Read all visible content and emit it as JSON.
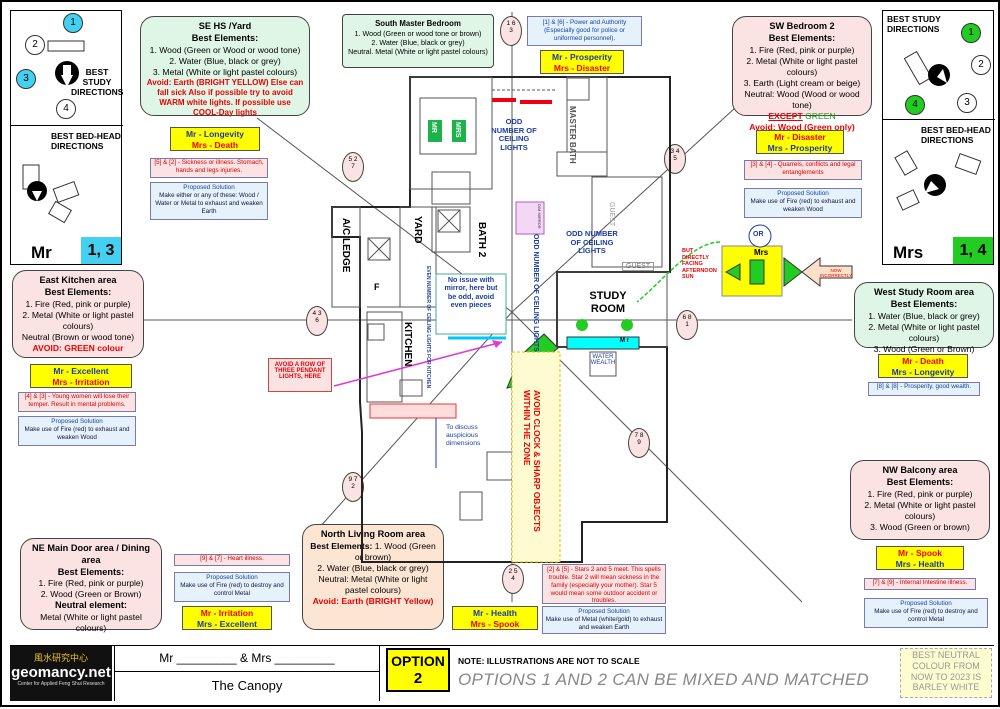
{
  "legend_left": {
    "directions_label": "BEST STUDY DIRECTIONS",
    "num_1": "1",
    "num_2": "2",
    "num_3": "3",
    "num_4": "4",
    "bed_label": "BEST BED-HEAD DIRECTIONS",
    "person": "Mr",
    "person_nums": "1, 3",
    "colors": {
      "cyan": "#44d0f0",
      "green": "#22cc22"
    }
  },
  "legend_right": {
    "directions_label": "BEST STUDY DIRECTIONS",
    "num_1": "1",
    "num_2": "2",
    "num_3": "3",
    "num_4": "4",
    "bed_label": "BEST BED-HEAD DIRECTIONS",
    "person": "Mrs",
    "person_nums": "1, 4"
  },
  "se_yard": {
    "title": "SE HS /Yard",
    "sub": "Best Elements:",
    "l1": "1. Wood (Green or Wood or wood tone)",
    "l2": "2. Water (Blue, black or grey)",
    "l3": "3. Metal (White or light pastel colours)",
    "avoid": "Avoid: Earth (BRIGHT YELLOW) Else can fall sick Also if possible try to avoid WARM white lights. If possible use COOL-Day lights",
    "mr": "Mr - Longevity",
    "mrs": "Mrs - Death",
    "combo": "[5] & [2] - Sickness or illness. Stomach, hands and legs injuries.",
    "sol_title": "Proposed Solution",
    "sol": "Make either or any of these: Wood / Water or Metal to exhaust and weaken Earth",
    "circle": "5 2\n7"
  },
  "south_master": {
    "title": "South Master Bedroom",
    "l1": "1. Wood (Green or wood tone or brown)",
    "l2": "2. Water (Blue, black or grey)",
    "l3": "Neutral. Metal (White or light pastel colours)",
    "circle": "1 6\n3",
    "combo": "[1] & [6] - Power and Authority (Especially good for police or uniformed personnel).",
    "mr": "Mr - Prosperity",
    "mrs": "Mrs - Disaster"
  },
  "sw_bedroom": {
    "title": "SW Bedroom 2",
    "sub": "Best Elements:",
    "l1": "1. Fire (Red, pink or purple)",
    "l2": "2. Metal (White or light pastel colours)",
    "l3": "3. Earth (Light cream or beige)",
    "neutral": "Neutral: Wood (Wood or wood tone)",
    "except": "EXCEPT",
    "except_green": "GREEN",
    "avoid": "Avoid: Wood (Green only)",
    "mr": "Mr - Disaster",
    "mrs": "Mrs - Prosperity",
    "combo": "[3] & [4] - Quarrels, conflicts and legal entanglements",
    "sol_title": "Proposed Solution",
    "sol": "Make use of Fire (red) to exhaust and weaken Wood",
    "circle": "3 4\n5"
  },
  "east_kitchen": {
    "title": "East Kitchen area",
    "sub": "Best Elements:",
    "l1": "1. Fire (Red, pink or purple)",
    "l2": "2. Metal (White or light pastel colours)",
    "neutral": "Neutral (Brown or wood tone)",
    "avoid": "AVOID: GREEN colour",
    "mr": "Mr - Excellent",
    "mrs": "Mrs - Irritation",
    "combo": "[4] & [3] - Young women will lose their temper. Result in mental problems.",
    "sol_title": "Proposed Solution",
    "sol": "Make use of Fire (red) to exhaust and weaken Wood",
    "circle": "4 3\n6"
  },
  "west_study": {
    "title": "West Study Room area",
    "sub": "Best Elements:",
    "l1": "1. Water (Blue, black or grey)",
    "l2": "2. Metal (White or light pastel colours)",
    "l3": "3. Wood (Green or Brown)",
    "mr": "Mr - Death",
    "mrs": "Mrs - Longevity",
    "combo": "[8] & [8] - Prosperity, good wealth.",
    "circle": "6 8\n1"
  },
  "ne_main": {
    "title": "NE Main Door area / Dining area",
    "sub": "Best Elements:",
    "l1": "1. Fire (Red, pink or purple)",
    "l2": "2. Wood (Green or Brown)",
    "neutral_h": "Neutral element:",
    "neutral": "Metal (White or light pastel colours)",
    "combo": "[9] & [7] - Heart illness.",
    "sol_title": "Proposed Solution",
    "sol": "Make use of Fire (red) to destroy and control Metal",
    "mr": "Mr - Irritation",
    "mrs": "Mrs - Excellent",
    "circle": "9 7\n2"
  },
  "north_living": {
    "title": "North Living Room area",
    "sub": "Best Elements:",
    "l1": "1. Wood (Green or brown)",
    "l2": "2. Water (Blue, black or grey)",
    "neutral": "Neutral: Metal (White or light pastel colours)",
    "avoid": "Avoid: Earth (BRIGHT Yellow)",
    "circle": "2 5\n4",
    "combo": "[2] & [5] - Stars 2 and 5 meet. This spells trouble. Star 2 will mean sickness in the family (especially your mother). Star 5 would mean some outdoor accident or troubles.",
    "sol_title": "Proposed Solution",
    "sol": "Make use of Metal (white/gold) to exhaust and weaken Earth",
    "mr": "Mr - Health",
    "mrs": "Mrs - Spook"
  },
  "nw_balcony": {
    "title": "NW Balcony area",
    "sub": "Best Elements:",
    "l1": "1. Fire (Red, pink or purple)",
    "l2": "2. Metal (White or light pastel colours)",
    "l3": "3. Wood (Green or brown)",
    "mr": "Mr - Spook",
    "mrs": "Mrs - Health",
    "combo": "[7] & [9] - Internal Intestine illness.",
    "sol_title": "Proposed Solution",
    "sol": "Make use of Fire (red) to destroy and control Metal",
    "circle": "7 8\n9"
  },
  "plan": {
    "odd1": "ODD NUMBER OF CEILING LIGHTS",
    "odd2": "ODD NUMBER OF CEILING LIGHTS",
    "odd3": "ODD NUMBER OF CEILING LIGHTS",
    "even": "EVEN NUMBER OF CEILING LIGHTS FOR KITCHEN",
    "mirror": "No issue with mirror, here but be odd, avoid even pieces",
    "study": "STUDY ROOM",
    "guest": "GUEST",
    "guest2": "GUEST",
    "master_bath": "MASTER BATH",
    "yard": "YARD",
    "bath2": "BATH 2",
    "ac": "A/C LEDGE",
    "kitchen": "KITCHEN",
    "f": "F",
    "mr": "MR",
    "mrs": "MRS",
    "or": "OR",
    "mrs_yellow": "Mrs",
    "sun": "BUT DIRECTLY FACING AFTERNOON SUN",
    "wrong": "NOW INCORRECTLY",
    "water": "WATER WEALTH",
    "mr_desk": "M r",
    "clock": "AVOID CLOCK & SHARP OBJECTS WITHIN THE ZONE",
    "pendant": "AVOID A ROW OF THREE PENDANT LIGHTS, HERE",
    "discuss": "To discuss auspicious dimensions",
    "dim_mirror": "DIM MIRROR"
  },
  "footer": {
    "logo": "geomancy.net",
    "logo_cn": "風水研究中心",
    "logo_sub": "Center for Applied Feng Shui Research",
    "names": "Mr _________ & Mrs _________",
    "project": "The Canopy",
    "option_label": "OPTION",
    "option_num": "2",
    "note": "NOTE: ILLUSTRATIONS ARE NOT TO SCALE",
    "mix": "OPTIONS 1 AND 2 CAN BE MIXED AND MATCHED",
    "neutral": "BEST NEUTRAL COLOUR FROM NOW TO 2023 IS BARLEY WHITE"
  }
}
